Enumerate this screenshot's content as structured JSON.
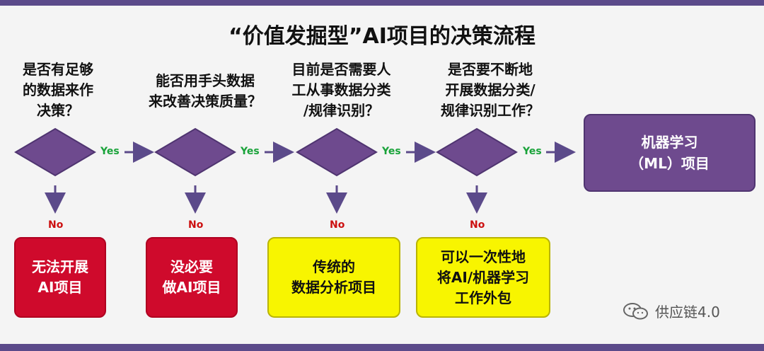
{
  "title": "“价值发掘型”AI项目的决策流程",
  "questions": [
    "是否有足够\n的数据来作\n决策？",
    "能否用手头数据\n来改善决策质量？",
    "目前是否需要人\n工从事数据分类\n/规律识别？",
    "是否要不断地\n开展数据分类/\n规律识别工作？"
  ],
  "yes_label": "Yes",
  "no_label": "No",
  "outcomes": [
    {
      "text": "无法开展\nAI项目",
      "color": "#cf0a2c"
    },
    {
      "text": "没必要\n做AI项目",
      "color": "#cf0a2c"
    },
    {
      "text": "传统的\n数据分析项目",
      "color": "#f8f500"
    },
    {
      "text": "可以一次性地\n将AI/机器学习\n工作外包",
      "color": "#f8f500"
    }
  ],
  "final": {
    "text": "机器学习\n（ML）项目",
    "color": "#6e4a8e"
  },
  "diamond_color": "#6e4a8e",
  "arrow_color": "#5b4a8a",
  "watermark": {
    "text": "供应链4.0",
    "icon": "wechat-icon"
  }
}
